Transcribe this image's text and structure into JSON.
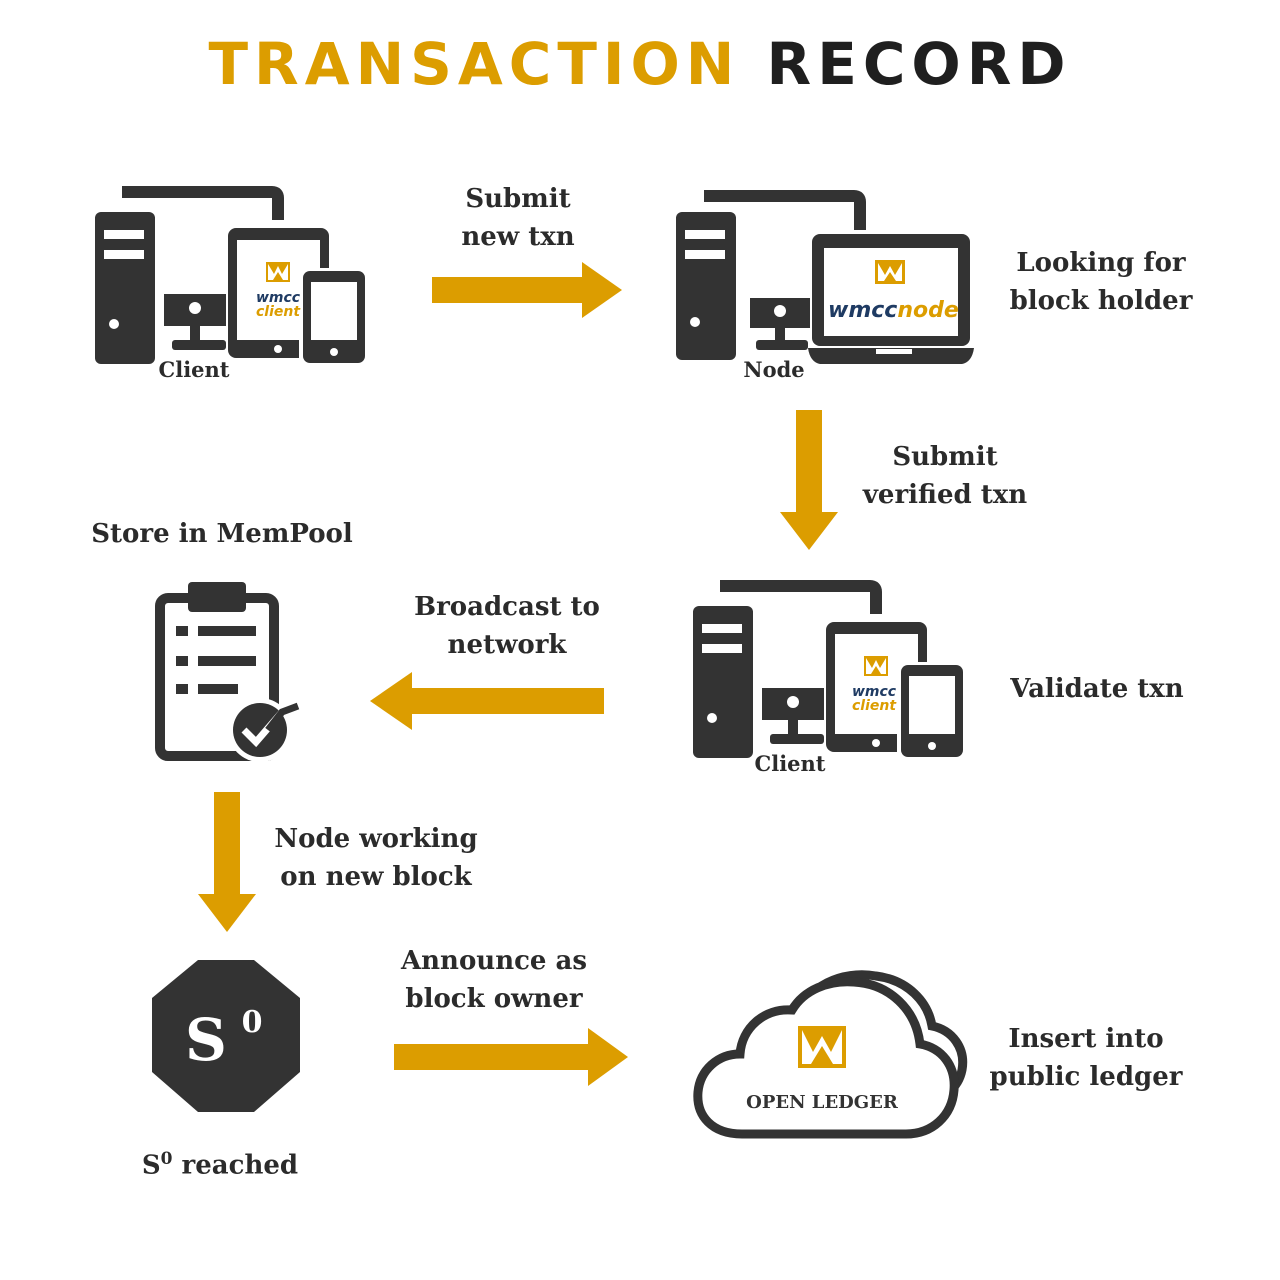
{
  "title": {
    "part1": "TRANSACTION",
    "part2": "RECORD"
  },
  "colors": {
    "accent": "#dc9d00",
    "dark": "#333333",
    "navy": "#1f3b63"
  },
  "logo": {
    "wmcc": "wmcc",
    "client": "client",
    "node": "node"
  },
  "devices": {
    "client_top": {
      "label": "Client"
    },
    "node": {
      "label": "Node"
    },
    "client_mid": {
      "label": "Client"
    }
  },
  "steps": {
    "submit_new": {
      "line1": "Submit",
      "line2": "new txn"
    },
    "looking": {
      "line1": "Looking for",
      "line2": "block holder"
    },
    "submit_verified": {
      "line1": "Submit",
      "line2": "verified txn"
    },
    "validate": {
      "text": "Validate txn"
    },
    "broadcast": {
      "line1": "Broadcast to",
      "line2": "network"
    },
    "mempool": {
      "text": "Store in MemPool"
    },
    "working": {
      "line1": "Node working",
      "line2": "on new block"
    },
    "s0": {
      "symbol": "S",
      "sup": "0",
      "label_main": "S",
      "label_sup": "0",
      "label_rest": " reached"
    },
    "announce": {
      "line1": "Announce as",
      "line2": "block owner"
    },
    "ledger": {
      "cloud_text": "OPEN LEDGER"
    },
    "insert": {
      "line1": "Insert into",
      "line2": "public ledger"
    }
  }
}
